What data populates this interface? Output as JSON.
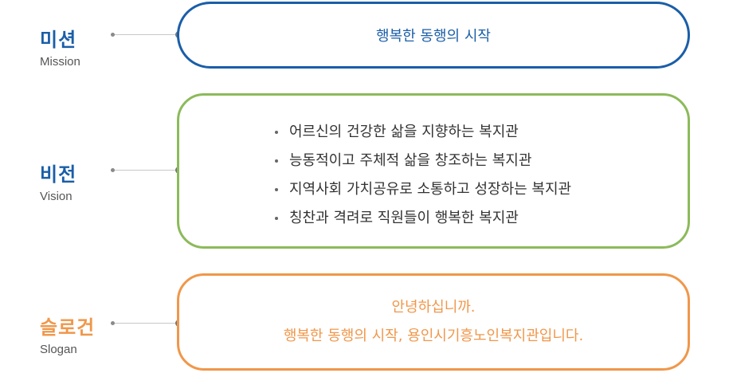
{
  "mission": {
    "title": "미션",
    "subtitle": "Mission",
    "text": "행복한 동행의 시작",
    "color": "#1a5ea8"
  },
  "vision": {
    "title": "비전",
    "subtitle": "Vision",
    "items": [
      "어르신의 건강한 삶을 지향하는 복지관",
      "능동적이고 주체적 삶을 창조하는 복지관",
      "지역사회 가치공유로 소통하고 성장하는 복지관",
      "칭찬과 격려로 직원들이 행복한 복지관"
    ],
    "color": "#8cba5a"
  },
  "slogan": {
    "title": "슬로건",
    "subtitle": "Slogan",
    "lines": [
      "안녕하십니까.",
      "행복한 동행의 시작, 용인시기흥노인복지관입니다."
    ],
    "color": "#f0974a"
  }
}
